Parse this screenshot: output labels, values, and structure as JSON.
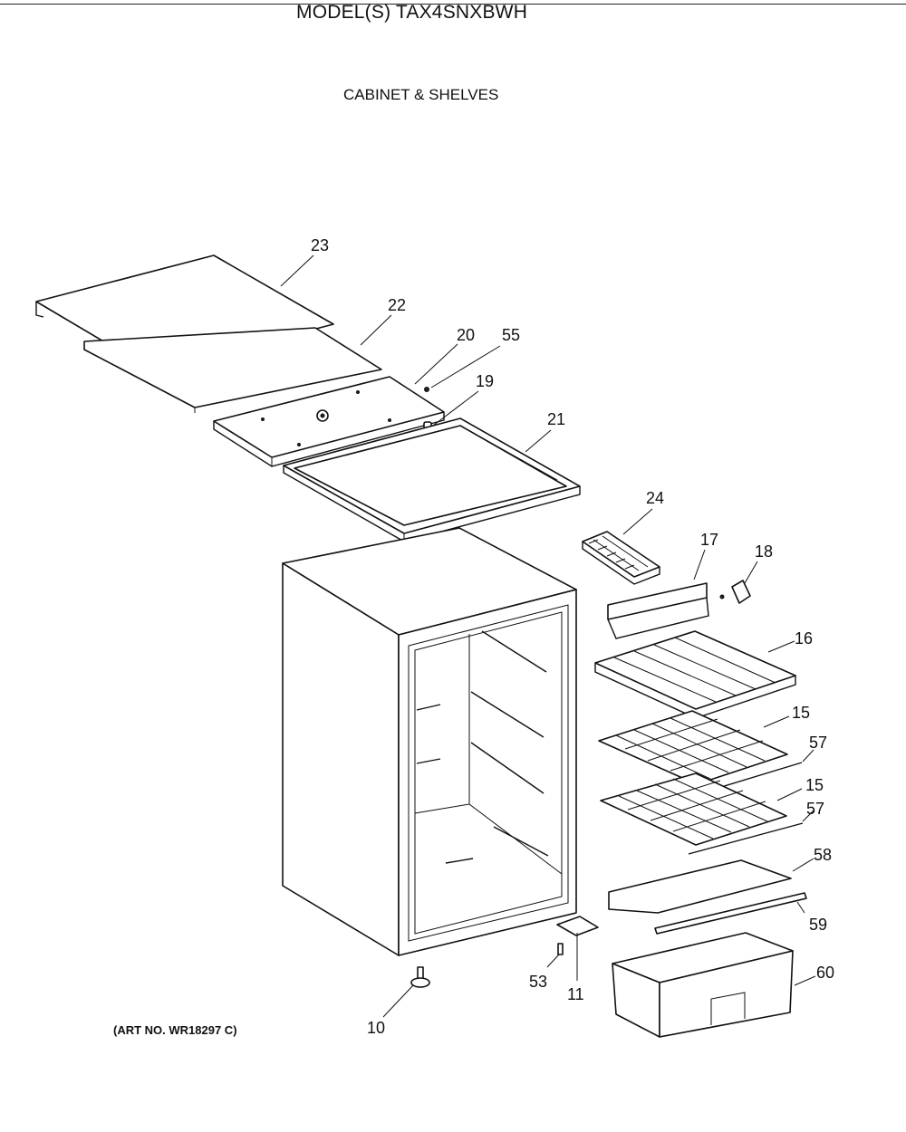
{
  "header": {
    "model_title": "MODEL(S) TAX4SNXBWH",
    "section_title": "CABINET & SHELVES",
    "art_number": "(ART NO. WR18297 C)"
  },
  "callouts": {
    "c23": "23",
    "c22": "22",
    "c20": "20",
    "c55": "55",
    "c19": "19",
    "c21": "21",
    "c24": "24",
    "c17": "17",
    "c18": "18",
    "c16": "16",
    "c15a": "15",
    "c57a": "57",
    "c15b": "15",
    "c57b": "57",
    "c58": "58",
    "c59": "59",
    "c60": "60",
    "c11": "11",
    "c53": "53",
    "c10": "10"
  }
}
